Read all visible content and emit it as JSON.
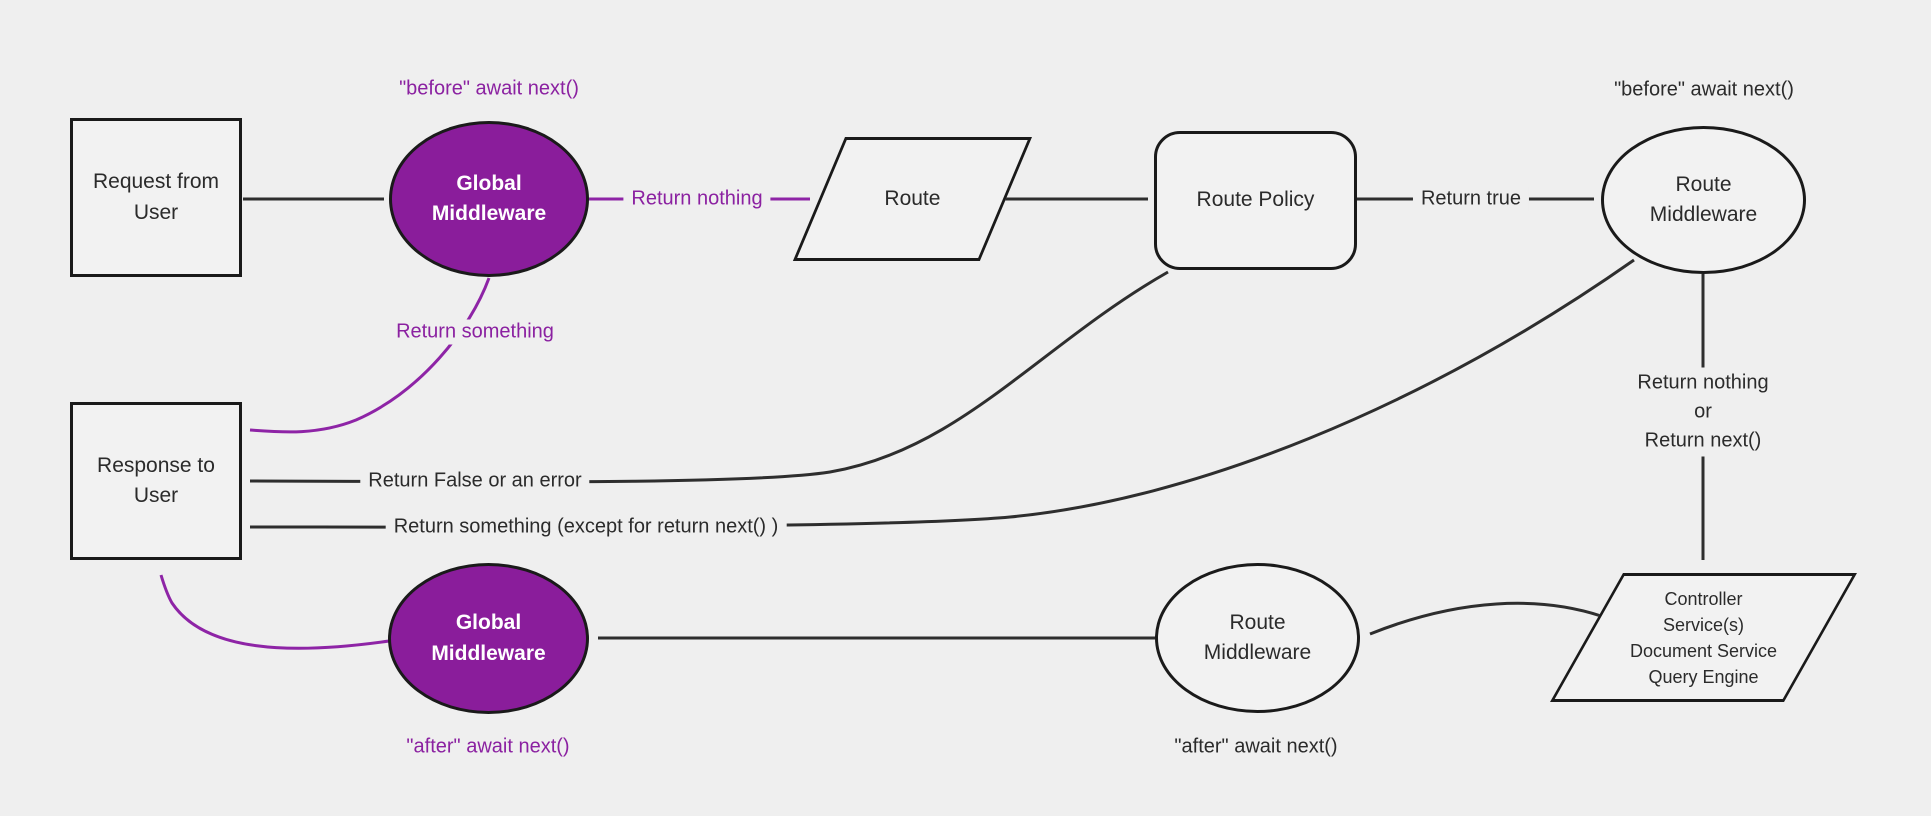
{
  "colors": {
    "background": "#efefef",
    "node_fill": "#f2f2f2",
    "node_border": "#1a1a1a",
    "edge_black": "#2e2e2e",
    "purple_fill": "#8a1d9b",
    "purple_accent": "#8e24a6",
    "text_dark": "#2b2b2b",
    "text_on_purple": "#ffffff"
  },
  "nodes": {
    "request_from_user": {
      "label": "Request from User",
      "shape": "rectangle"
    },
    "global_middleware_top": {
      "label": "Global Middleware",
      "shape": "ellipse"
    },
    "route": {
      "label": "Route",
      "shape": "parallelogram"
    },
    "route_policy": {
      "label": "Route Policy",
      "shape": "rounded-rectangle"
    },
    "route_middleware_top": {
      "label": "Route Middleware",
      "shape": "ellipse"
    },
    "controller_stack": {
      "label": "Controller\nService(s)\nDocument Service\nQuery Engine",
      "shape": "parallelogram"
    },
    "route_middleware_bottom": {
      "label": "Route Middleware",
      "shape": "ellipse"
    },
    "global_middleware_bottom": {
      "label": "Global Middleware",
      "shape": "ellipse"
    },
    "response_to_user": {
      "label": "Response to User",
      "shape": "rectangle"
    }
  },
  "edge_labels": {
    "before_await_next_global": "\"before\" await next()",
    "return_nothing": "Return nothing",
    "return_true": "Return true",
    "before_await_next_route": "\"before\" await next()",
    "return_nothing_or_next": "Return nothing\nor\nReturn next()",
    "after_await_next_route": "\"after\" await next()",
    "after_await_next_global": "\"after\" await next()",
    "return_something": "Return something",
    "return_false_or_error": "Return False or an error",
    "return_something_except": "Return something (except for return next() )"
  }
}
